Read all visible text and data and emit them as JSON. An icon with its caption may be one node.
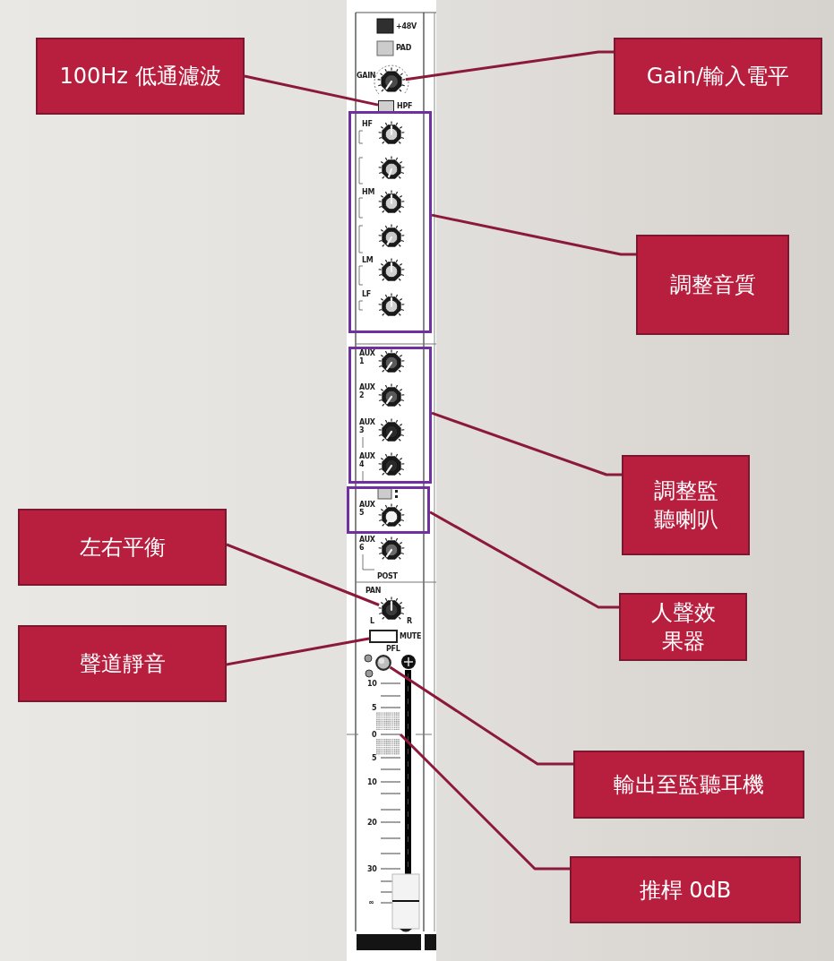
{
  "diagram": {
    "nodes": [
      {
        "text": [
          "100Hz 低通濾波"
        ]
      },
      {
        "text": [
          "Gain/輸入電平"
        ]
      },
      {
        "text": [
          "調整音質"
        ]
      },
      {
        "text": [
          "調整監聽喇叭"
        ]
      },
      {
        "text": [
          "左右平衡"
        ]
      },
      {
        "text": [
          "人聲效果器"
        ]
      },
      {
        "text": [
          "聲道靜音"
        ]
      },
      {
        "text": [
          "輸出至監聽耳機"
        ]
      },
      {
        "text": [
          "推桿 0dB"
        ]
      },
      {
        "text": [],
        "shape": "box",
        "beside": [
          "HPF"
        ]
      },
      {
        "text": [],
        "shape": "circle",
        "beside": [
          "GAIN"
        ]
      },
      {
        "text": [],
        "shape": "box"
      },
      {
        "text": [],
        "shape": "box"
      },
      {
        "text": [],
        "shape": "box"
      },
      {
        "text": [],
        "shape": "circle",
        "beside": [
          "PAN"
        ]
      },
      {
        "text": [],
        "shape": "box",
        "beside": [
          "MUTE"
        ]
      },
      {
        "text": [],
        "shape": "circle",
        "beside": [
          "PFL"
        ]
      },
      {
        "text": [],
        "shape": "circle",
        "beside": [
          "AUX 6"
        ]
      }
    ],
    "edges": [
      {
        "from": 0,
        "to": 9,
        "arrow": "none"
      },
      {
        "from": 1,
        "to": 10,
        "arrow": "none"
      },
      {
        "from": 2,
        "to": 11,
        "arrow": "none"
      },
      {
        "from": 3,
        "to": 12,
        "arrow": "none"
      },
      {
        "from": 4,
        "to": 14,
        "arrow": "none"
      },
      {
        "from": 5,
        "to": 13,
        "arrow": "none"
      },
      {
        "from": 6,
        "to": 15,
        "arrow": "none"
      },
      {
        "from": 7,
        "to": 16,
        "arrow": "none"
      },
      {
        "from": 8,
        "to": null,
        "arrow": "none"
      }
    ],
    "labels": [
      "+48V",
      "PAD",
      "HF",
      "HM",
      "LM",
      "LF",
      "AUX 1",
      "AUX 2",
      "AUX 3",
      "AUX 4",
      "AUX 5",
      "POST",
      "L",
      "R",
      "10",
      "5",
      "0",
      "5",
      "10",
      "20",
      "30",
      "∞"
    ]
  }
}
